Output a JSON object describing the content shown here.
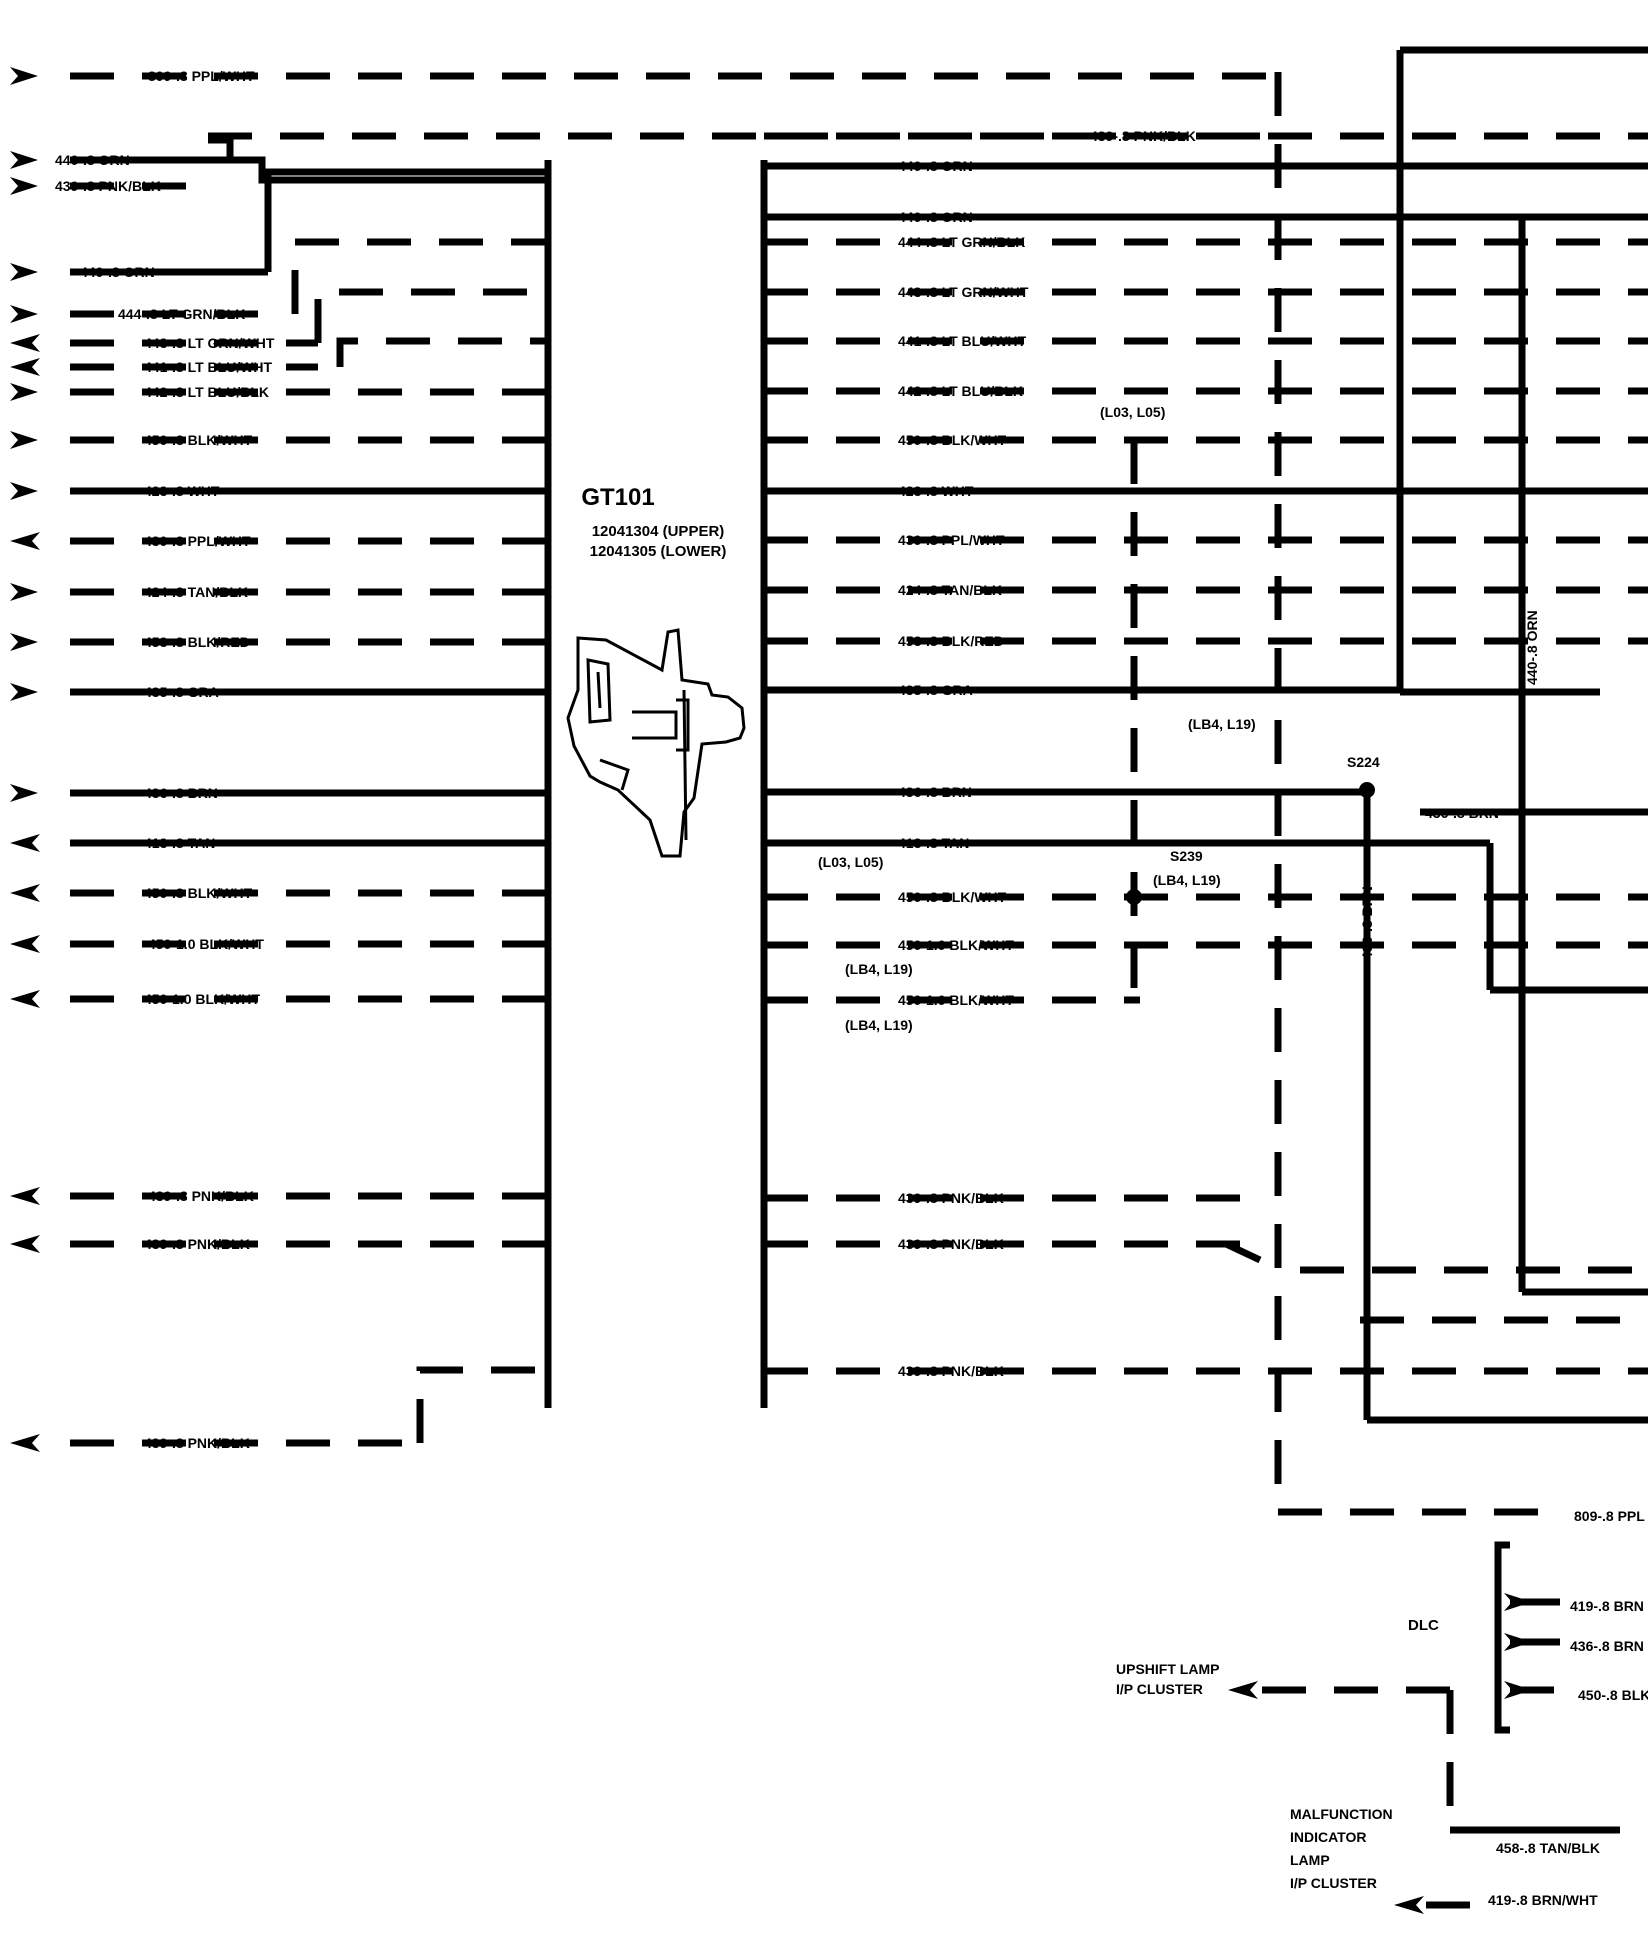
{
  "connector": {
    "name": "GT101",
    "part_upper": "12041304 (UPPER)",
    "part_lower": "12041305 (LOWER)"
  },
  "left_wires": [
    {
      "id": "809-.8 PPL/WHT",
      "style": "dash",
      "dir": "in"
    },
    {
      "id": "440-.8 ORN",
      "style": "solid",
      "dir": "in"
    },
    {
      "id": "439-.8 PNK/BLK",
      "style": "dash",
      "dir": "in"
    },
    {
      "id": "440-.8 ORN",
      "style": "solid",
      "dir": "in"
    },
    {
      "id": "444-.8 LT GRN/BLK",
      "style": "dash",
      "dir": "in"
    },
    {
      "id": "443-.8 LT GRN/WHT",
      "style": "dash",
      "dir": "out"
    },
    {
      "id": "441-.8 LT BLU/WHT",
      "style": "dash",
      "dir": "out"
    },
    {
      "id": "442-.8 LT BLU/BLK",
      "style": "dash",
      "dir": "in"
    },
    {
      "id": "450-.8 BLK/WHT",
      "style": "dash",
      "dir": "in"
    },
    {
      "id": "423-.8 WHT",
      "style": "solid",
      "dir": "in"
    },
    {
      "id": "430-.8 PPL/WHT",
      "style": "dash",
      "dir": "out"
    },
    {
      "id": "424-.8 TAN/BLK",
      "style": "dash",
      "dir": "in"
    },
    {
      "id": "453-.8 BLK/RED",
      "style": "dash",
      "dir": "in"
    },
    {
      "id": "435-.8 GRA",
      "style": "solid",
      "dir": "in"
    },
    {
      "id": "436-.8 BRN",
      "style": "solid",
      "dir": "in"
    },
    {
      "id": "413-.8 TAN",
      "style": "solid",
      "dir": "out"
    },
    {
      "id": "450-.8 BLK/WHT",
      "style": "dash",
      "dir": "out"
    },
    {
      "id": "450-1.0 BLK/WHT",
      "style": "dash",
      "dir": "out"
    },
    {
      "id": "450-1.0 BLK/WHT",
      "style": "dash",
      "dir": "out"
    },
    {
      "id": "439-.8 PNK/BLK",
      "style": "dash",
      "dir": "out"
    },
    {
      "id": "439-.8 PNK/BLK",
      "style": "dash",
      "dir": "out"
    },
    {
      "id": "439-.8 PNK/BLK",
      "style": "dash",
      "dir": "out"
    }
  ],
  "right_wires": [
    {
      "id": "439-.8 PNK/BLK"
    },
    {
      "id": "440-.8 ORN"
    },
    {
      "id": "440-.8 ORN"
    },
    {
      "id": "444-.8 LT GRN/BLK"
    },
    {
      "id": "443-.8 LT GRN/WHT"
    },
    {
      "id": "441-.8 LT BLU/WHT"
    },
    {
      "id": "442-.8 LT BLU/BLK"
    },
    {
      "id": "450-.8 BLK/WHT"
    },
    {
      "id": "423-.8 WHT"
    },
    {
      "id": "430-.8 PPL/WHT"
    },
    {
      "id": "424-.8 TAN/BLK"
    },
    {
      "id": "453-.8 BLK/RED"
    },
    {
      "id": "435-.8 GRA"
    },
    {
      "id": "436-.8 BRN"
    },
    {
      "id": "413-.8 TAN"
    },
    {
      "id": "450-.8 BLK/WHT"
    },
    {
      "id": "450-1.0 BLK/WHT"
    },
    {
      "id": "450-1.0 BLK/WHT"
    },
    {
      "id": "439-.8 PNK/BLK"
    },
    {
      "id": "439-.8 PNK/BLK"
    },
    {
      "id": "439-.8 PNK/BLK"
    }
  ],
  "option_notes": [
    "(L03, L05)",
    "(LB4, L19)",
    "(L03, L05)",
    "(LB4, L19)",
    "(LB4, L19)",
    "(LB4, L19)"
  ],
  "splices": [
    "S224",
    "S239",
    "(LB4, L19)"
  ],
  "vertical_labels": [
    "440-.8 ORN",
    "436-.8 BRN"
  ],
  "extra_wires": [
    "436-.8 BRN",
    "809-.8 PPL"
  ],
  "dlc": {
    "title": "DLC",
    "pins": [
      "419-.8 BRN",
      "436-.8 BRN",
      "450-.8 BLK"
    ]
  },
  "upshift": {
    "line1": "UPSHIFT LAMP",
    "line2": "I/P CLUSTER"
  },
  "mil": {
    "line1": "MALFUNCTION",
    "line2": "INDICATOR",
    "line3": "LAMP",
    "line4": "I/P CLUSTER"
  },
  "mil_wires": [
    "458-.8 TAN/BLK",
    "419-.8 BRN/WHT"
  ]
}
